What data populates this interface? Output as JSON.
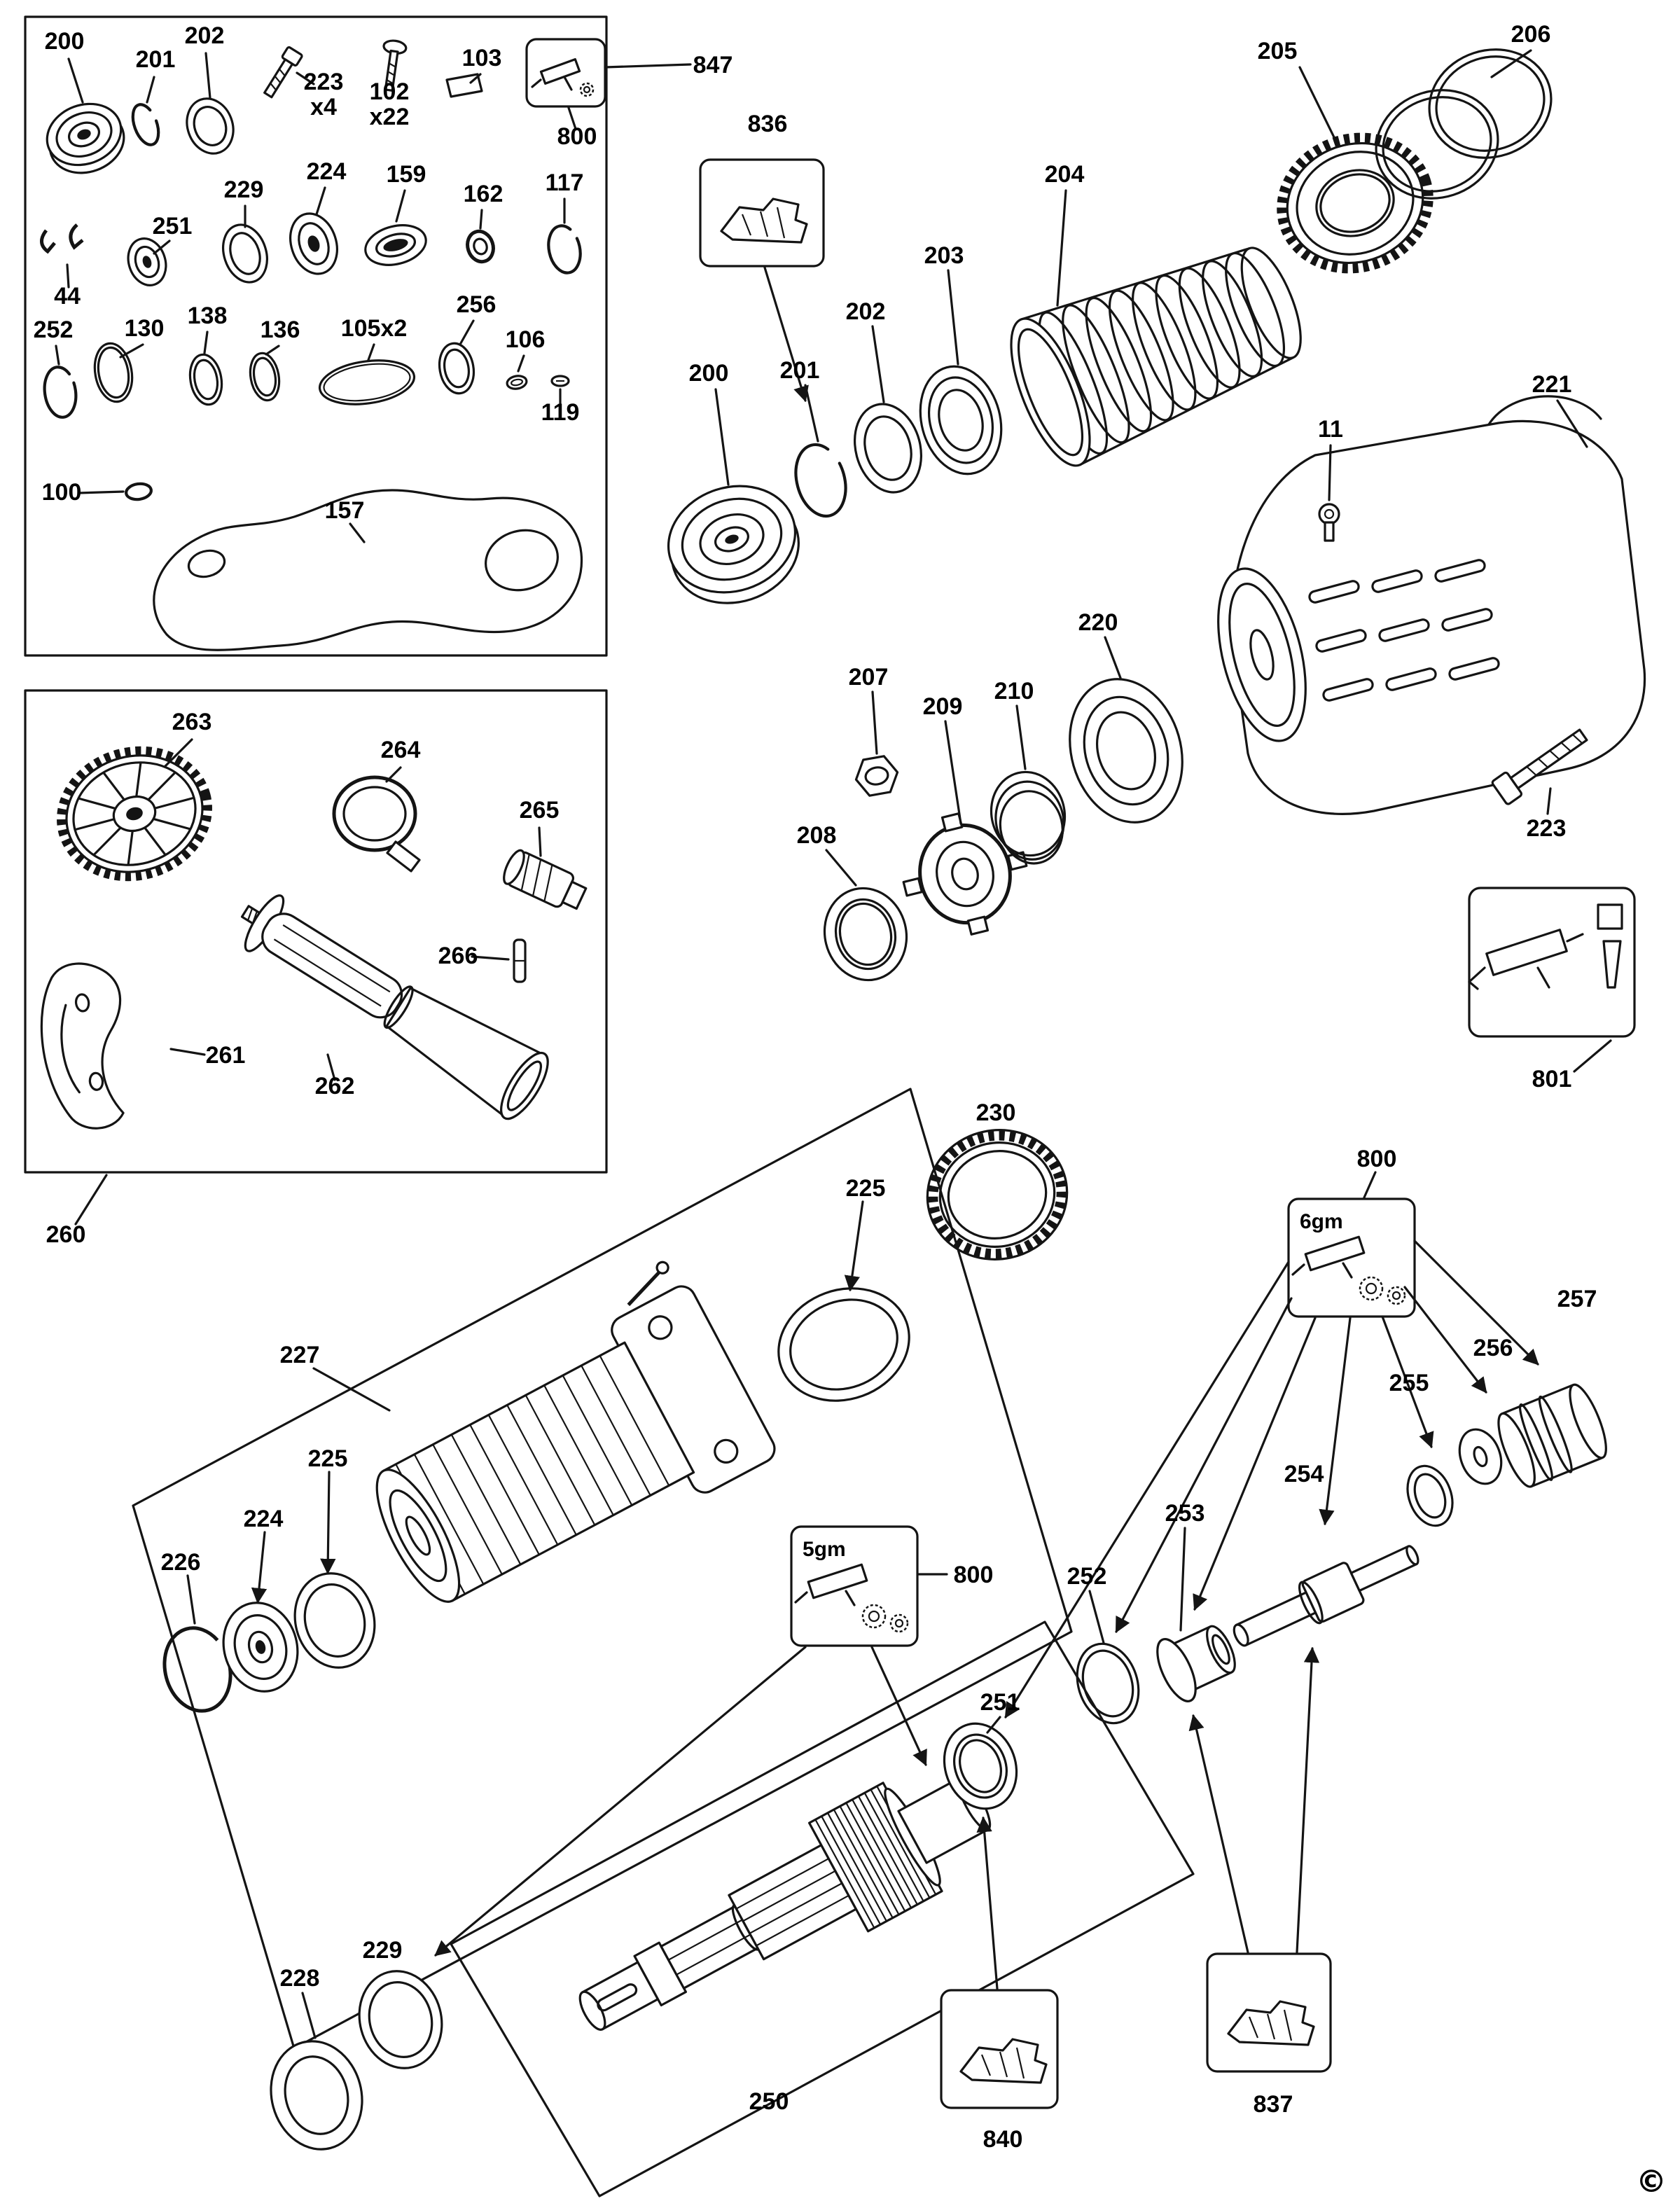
{
  "diagram": {
    "type": "exploded-parts-diagram",
    "ink_color": "#141414",
    "background": "#ffffff",
    "labels": [
      {
        "id": "inset1-200",
        "text": "200"
      },
      {
        "id": "inset1-201",
        "text": "201"
      },
      {
        "id": "inset1-202",
        "text": "202"
      },
      {
        "id": "inset1-223",
        "text": "223"
      },
      {
        "id": "inset1-223-qty",
        "text": "x4"
      },
      {
        "id": "inset1-102",
        "text": "102"
      },
      {
        "id": "inset1-102-qty",
        "text": "x22"
      },
      {
        "id": "inset1-103",
        "text": "103"
      },
      {
        "id": "inset1-800",
        "text": "800"
      },
      {
        "id": "callout-847",
        "text": "847"
      },
      {
        "id": "inset1-229",
        "text": "229"
      },
      {
        "id": "inset1-224",
        "text": "224"
      },
      {
        "id": "inset1-159",
        "text": "159"
      },
      {
        "id": "inset1-162",
        "text": "162"
      },
      {
        "id": "inset1-117",
        "text": "117"
      },
      {
        "id": "inset1-251",
        "text": "251"
      },
      {
        "id": "inset1-44",
        "text": "44"
      },
      {
        "id": "inset1-252",
        "text": "252"
      },
      {
        "id": "inset1-130",
        "text": "130"
      },
      {
        "id": "inset1-138",
        "text": "138"
      },
      {
        "id": "inset1-136",
        "text": "136"
      },
      {
        "id": "inset1-105",
        "text": "105x2"
      },
      {
        "id": "inset1-256",
        "text": "256"
      },
      {
        "id": "inset1-106",
        "text": "106"
      },
      {
        "id": "inset1-119",
        "text": "119"
      },
      {
        "id": "inset1-100",
        "text": "100"
      },
      {
        "id": "inset1-157",
        "text": "157"
      },
      {
        "id": "inset2-263",
        "text": "263"
      },
      {
        "id": "inset2-264",
        "text": "264"
      },
      {
        "id": "inset2-265",
        "text": "265"
      },
      {
        "id": "inset2-266",
        "text": "266"
      },
      {
        "id": "inset2-261",
        "text": "261"
      },
      {
        "id": "inset2-262",
        "text": "262"
      },
      {
        "id": "callout-260",
        "text": "260"
      },
      {
        "id": "callout-836",
        "text": "836"
      },
      {
        "id": "main-204",
        "text": "204"
      },
      {
        "id": "main-205",
        "text": "205"
      },
      {
        "id": "main-206",
        "text": "206"
      },
      {
        "id": "main-203",
        "text": "203"
      },
      {
        "id": "main-202",
        "text": "202"
      },
      {
        "id": "main-201",
        "text": "201"
      },
      {
        "id": "main-200",
        "text": "200"
      },
      {
        "id": "main-221",
        "text": "221"
      },
      {
        "id": "main-11",
        "text": "11"
      },
      {
        "id": "main-220",
        "text": "220"
      },
      {
        "id": "main-207",
        "text": "207"
      },
      {
        "id": "main-209",
        "text": "209"
      },
      {
        "id": "main-210",
        "text": "210"
      },
      {
        "id": "main-208",
        "text": "208"
      },
      {
        "id": "main-223",
        "text": "223"
      },
      {
        "id": "callout-801",
        "text": "801"
      },
      {
        "id": "main-230",
        "text": "230"
      },
      {
        "id": "callout-800-top",
        "text": "800"
      },
      {
        "id": "gm6",
        "text": "6gm"
      },
      {
        "id": "main-257",
        "text": "257"
      },
      {
        "id": "main-256",
        "text": "256"
      },
      {
        "id": "main-255",
        "text": "255"
      },
      {
        "id": "main-254",
        "text": "254"
      },
      {
        "id": "main-253",
        "text": "253"
      },
      {
        "id": "main-252",
        "text": "252"
      },
      {
        "id": "main-251",
        "text": "251"
      },
      {
        "id": "main-227",
        "text": "227"
      },
      {
        "id": "main-225-upper",
        "text": "225"
      },
      {
        "id": "main-225-lower",
        "text": "225"
      },
      {
        "id": "main-224",
        "text": "224"
      },
      {
        "id": "main-226",
        "text": "226"
      },
      {
        "id": "callout-800-mid",
        "text": "800"
      },
      {
        "id": "gm5",
        "text": "5gm"
      },
      {
        "id": "main-229",
        "text": "229"
      },
      {
        "id": "main-228",
        "text": "228"
      },
      {
        "id": "main-250",
        "text": "250"
      },
      {
        "id": "callout-840",
        "text": "840"
      },
      {
        "id": "callout-837",
        "text": "837"
      },
      {
        "id": "copyright",
        "text": "©"
      }
    ]
  }
}
